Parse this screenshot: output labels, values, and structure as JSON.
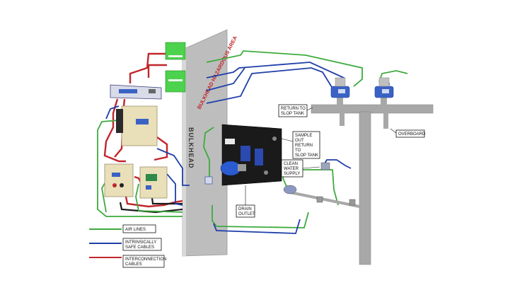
{
  "colors": {
    "air_lines": "#3daa3d",
    "intrinsically_safe": "#1f3fa8",
    "interconnection": "#c0272d",
    "bulkhead": "#bdbdbd",
    "pipe": "#a8a8a8",
    "panel": "#1a1a1a",
    "box_cream": "#e9dfb8",
    "box_green": "#4cd24c"
  },
  "bulkhead": {
    "hazard_label": "BULKHEAD HAZARDOUS AREA",
    "side_label": "BULKHEAD"
  },
  "labels": {
    "return_to_slop_tank": [
      "RETURN TO",
      "SLOP TANK"
    ],
    "overboard": "OVERBOARD",
    "sample_out_return": [
      "SAMPLE",
      "OUT",
      "RETURN",
      "TO",
      "SLOP TANK"
    ],
    "clean_water_supply": [
      "CLEAN",
      "WATER",
      "SUPPLY"
    ],
    "drain_outlet": [
      "DRAIN",
      "OUTLET"
    ]
  },
  "legend": [
    {
      "key": "air",
      "lines": [
        "AIR LINES"
      ],
      "color": "#3daa3d"
    },
    {
      "key": "safe",
      "lines": [
        "INTRINSICALLY",
        "SAFE CABLES"
      ],
      "color": "#1f3fa8"
    },
    {
      "key": "inter",
      "lines": [
        "INTERCONNECTION",
        "CABLES"
      ],
      "color": "#c0272d"
    }
  ],
  "icons": [
    "valve-icon",
    "pump-icon",
    "control-box-icon",
    "junction-box-icon",
    "display-unit-icon"
  ]
}
